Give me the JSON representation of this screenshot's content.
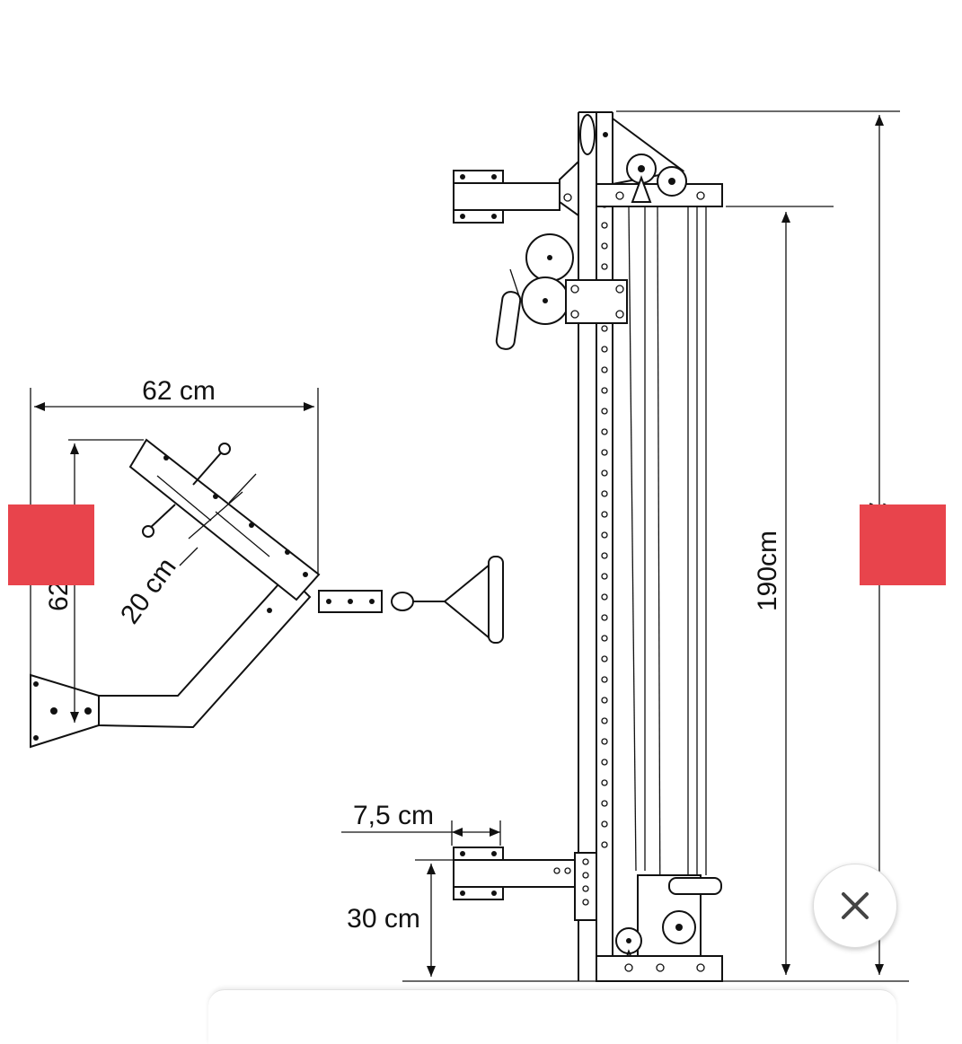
{
  "dimensions": {
    "arm_width": "62 cm",
    "arm_height": "62 cm",
    "arm_step": "20 cm",
    "column_height": "190cm",
    "total_height": "214cm",
    "foot_width": "7,5 cm",
    "foot_height": "30 cm"
  },
  "colors": {
    "accent": "#e8444c",
    "line": "#111111",
    "close_icon": "#444444"
  },
  "controls": {
    "prev_icon": "nav-prev-tab",
    "next_icon": "nav-next-tab",
    "close_icon": "close-x-icon"
  }
}
